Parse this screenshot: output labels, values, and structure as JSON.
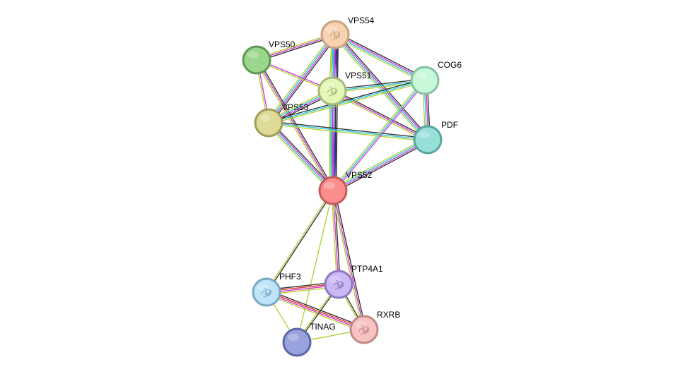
{
  "nodes": [
    {
      "id": "VPS54",
      "label": "VPS54",
      "fill": "#f9d3b1",
      "stroke": "#c9a482",
      "glyph": "protein-structure-icon"
    },
    {
      "id": "VPS50",
      "label": "VPS50",
      "fill": "#9ad68c",
      "stroke": "#5d9b52",
      "glyph": ""
    },
    {
      "id": "VPS51",
      "label": "VPS51",
      "fill": "#e4f7b7",
      "stroke": "#a7b87b",
      "glyph": "protein-structure-icon"
    },
    {
      "id": "COG6",
      "label": "COG6",
      "fill": "#c7f8d8",
      "stroke": "#86c3a0",
      "glyph": ""
    },
    {
      "id": "VPS53",
      "label": "VPS53",
      "fill": "#dedb98",
      "stroke": "#a09d5b",
      "glyph": ""
    },
    {
      "id": "PDF",
      "label": "PDF",
      "fill": "#96e0d8",
      "stroke": "#5aa59d",
      "glyph": ""
    },
    {
      "id": "VPS52",
      "label": "VPS52",
      "fill": "#fb8d8d",
      "stroke": "#c45a5a",
      "glyph": ""
    },
    {
      "id": "PHF3",
      "label": "PHF3",
      "fill": "#bde4f7",
      "stroke": "#7aa8c4",
      "glyph": "protein-structure-icon"
    },
    {
      "id": "PTP4A1",
      "label": "PTP4A1",
      "fill": "#cbb8f5",
      "stroke": "#8e79c0",
      "glyph": "protein-structure-icon"
    },
    {
      "id": "RXRB",
      "label": "RXRB",
      "fill": "#f7c2c2",
      "stroke": "#c28888",
      "glyph": "protein-structure-icon"
    },
    {
      "id": "TINAG",
      "label": "TINAG",
      "fill": "#98a2dc",
      "stroke": "#5c67a6",
      "glyph": ""
    }
  ],
  "edge_colors": {
    "black": "#333333",
    "magenta": "#d23bd2",
    "cyan": "#2fc6dc",
    "yellowgreen": "#b2d23a",
    "blue": "#3b3bd2",
    "red": "#e23232"
  },
  "edges": [
    {
      "a": "VPS54",
      "b": "VPS50",
      "types": [
        "black",
        "magenta",
        "yellowgreen"
      ]
    },
    {
      "a": "VPS54",
      "b": "VPS51",
      "types": [
        "black",
        "blue",
        "magenta",
        "cyan",
        "yellowgreen"
      ]
    },
    {
      "a": "VPS54",
      "b": "VPS53",
      "types": [
        "black",
        "magenta",
        "cyan",
        "yellowgreen"
      ]
    },
    {
      "a": "VPS54",
      "b": "VPS52",
      "types": [
        "black",
        "blue",
        "magenta",
        "cyan",
        "yellowgreen"
      ]
    },
    {
      "a": "VPS54",
      "b": "COG6",
      "types": [
        "black",
        "magenta",
        "cyan",
        "yellowgreen"
      ]
    },
    {
      "a": "VPS54",
      "b": "PDF",
      "types": [
        "black",
        "magenta",
        "cyan",
        "yellowgreen"
      ]
    },
    {
      "a": "VPS50",
      "b": "VPS51",
      "types": [
        "magenta",
        "yellowgreen"
      ]
    },
    {
      "a": "VPS50",
      "b": "VPS53",
      "types": [
        "magenta",
        "yellowgreen"
      ]
    },
    {
      "a": "VPS50",
      "b": "VPS52",
      "types": [
        "black",
        "magenta",
        "yellowgreen"
      ]
    },
    {
      "a": "VPS51",
      "b": "VPS53",
      "types": [
        "black",
        "magenta",
        "cyan",
        "yellowgreen"
      ]
    },
    {
      "a": "VPS51",
      "b": "VPS52",
      "types": [
        "black",
        "blue",
        "magenta",
        "cyan",
        "yellowgreen"
      ]
    },
    {
      "a": "VPS51",
      "b": "COG6",
      "types": [
        "black",
        "cyan",
        "yellowgreen"
      ]
    },
    {
      "a": "VPS51",
      "b": "PDF",
      "types": [
        "black",
        "magenta",
        "yellowgreen"
      ]
    },
    {
      "a": "VPS53",
      "b": "VPS52",
      "types": [
        "black",
        "magenta",
        "cyan",
        "yellowgreen"
      ]
    },
    {
      "a": "VPS53",
      "b": "COG6",
      "types": [
        "black",
        "cyan",
        "yellowgreen"
      ]
    },
    {
      "a": "VPS53",
      "b": "PDF",
      "types": [
        "black",
        "cyan",
        "yellowgreen"
      ]
    },
    {
      "a": "COG6",
      "b": "PDF",
      "types": [
        "black",
        "magenta",
        "cyan",
        "yellowgreen"
      ]
    },
    {
      "a": "COG6",
      "b": "VPS52",
      "types": [
        "magenta",
        "cyan",
        "yellowgreen"
      ]
    },
    {
      "a": "PDF",
      "b": "VPS52",
      "types": [
        "black",
        "magenta",
        "cyan",
        "yellowgreen"
      ]
    },
    {
      "a": "VPS52",
      "b": "PHF3",
      "types": [
        "black",
        "yellowgreen"
      ]
    },
    {
      "a": "VPS52",
      "b": "PTP4A1",
      "types": [
        "black",
        "magenta",
        "yellowgreen"
      ]
    },
    {
      "a": "VPS52",
      "b": "RXRB",
      "types": [
        "black",
        "magenta",
        "yellowgreen"
      ]
    },
    {
      "a": "VPS52",
      "b": "TINAG",
      "types": [
        "yellowgreen"
      ]
    },
    {
      "a": "PHF3",
      "b": "PTP4A1",
      "types": [
        "black",
        "red",
        "magenta",
        "yellowgreen"
      ]
    },
    {
      "a": "PHF3",
      "b": "RXRB",
      "types": [
        "black",
        "red",
        "magenta",
        "yellowgreen"
      ]
    },
    {
      "a": "PHF3",
      "b": "TINAG",
      "types": [
        "yellowgreen"
      ]
    },
    {
      "a": "PTP4A1",
      "b": "RXRB",
      "types": [
        "black",
        "yellowgreen"
      ]
    },
    {
      "a": "PTP4A1",
      "b": "TINAG",
      "types": [
        "black",
        "yellowgreen"
      ]
    },
    {
      "a": "TINAG",
      "b": "RXRB",
      "types": [
        "yellowgreen"
      ]
    }
  ]
}
